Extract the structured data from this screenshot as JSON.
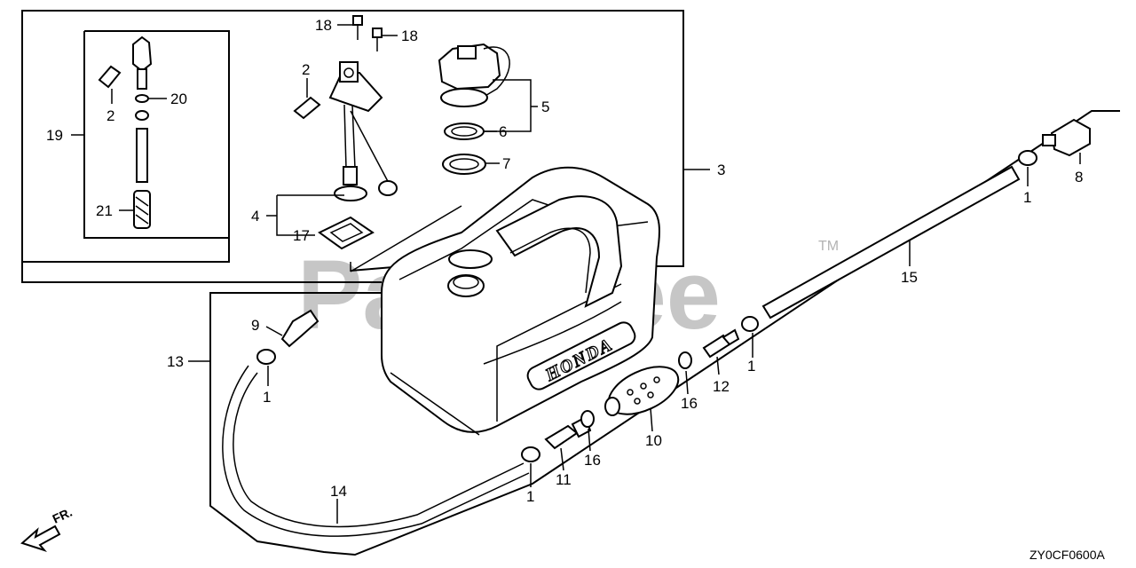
{
  "watermark": {
    "text": "Partstree",
    "trademark": "TM"
  },
  "brand_text": "HONDA",
  "direction_label": "FR.",
  "diagram_code": "ZY0CF0600A",
  "callouts": [
    {
      "id": "c18a",
      "label": "18"
    },
    {
      "id": "c18b",
      "label": "18"
    },
    {
      "id": "c2a",
      "label": "2"
    },
    {
      "id": "c2b",
      "label": "2"
    },
    {
      "id": "c20",
      "label": "20"
    },
    {
      "id": "c19",
      "label": "19"
    },
    {
      "id": "c21",
      "label": "21"
    },
    {
      "id": "c4",
      "label": "4"
    },
    {
      "id": "c17",
      "label": "17"
    },
    {
      "id": "c5",
      "label": "5"
    },
    {
      "id": "c6",
      "label": "6"
    },
    {
      "id": "c7",
      "label": "7"
    },
    {
      "id": "c3",
      "label": "3"
    },
    {
      "id": "c8",
      "label": "8"
    },
    {
      "id": "c1a",
      "label": "1"
    },
    {
      "id": "c15",
      "label": "15"
    },
    {
      "id": "c9",
      "label": "9"
    },
    {
      "id": "c13",
      "label": "13"
    },
    {
      "id": "c1b",
      "label": "1"
    },
    {
      "id": "c1c",
      "label": "1"
    },
    {
      "id": "c12",
      "label": "12"
    },
    {
      "id": "c16a",
      "label": "16"
    },
    {
      "id": "c10",
      "label": "10"
    },
    {
      "id": "c16b",
      "label": "16"
    },
    {
      "id": "c11",
      "label": "11"
    },
    {
      "id": "c1d",
      "label": "1"
    },
    {
      "id": "c14",
      "label": "14"
    }
  ]
}
